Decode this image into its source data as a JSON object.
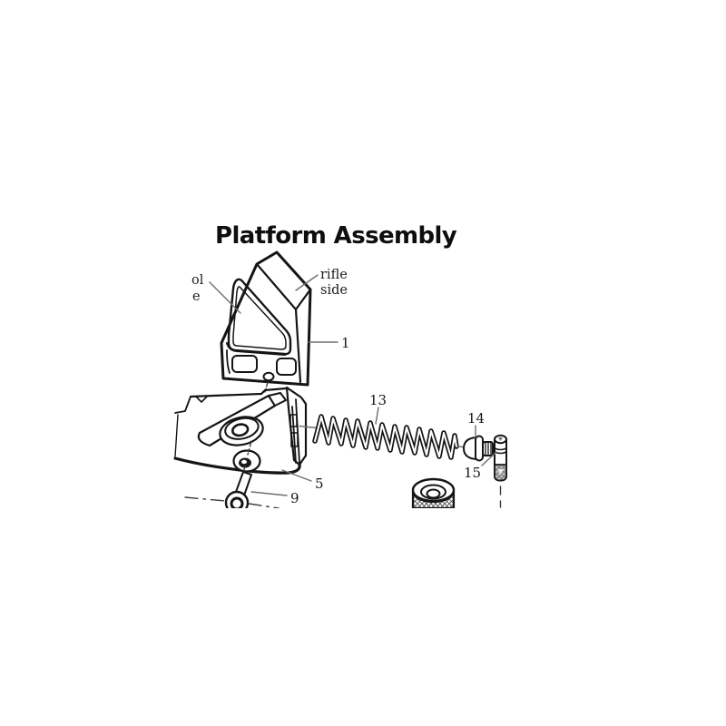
{
  "title": "Platform Assembly",
  "annotations": {
    "rifle_side": {
      "line1": "rifle",
      "line2": "side"
    },
    "left_cropped": {
      "line1": "ol",
      "line2": "e"
    }
  },
  "part_labels": {
    "wedge_block": "1",
    "platform": "5",
    "screw": "9",
    "spring": "13",
    "detent": "14",
    "pin": "15"
  }
}
